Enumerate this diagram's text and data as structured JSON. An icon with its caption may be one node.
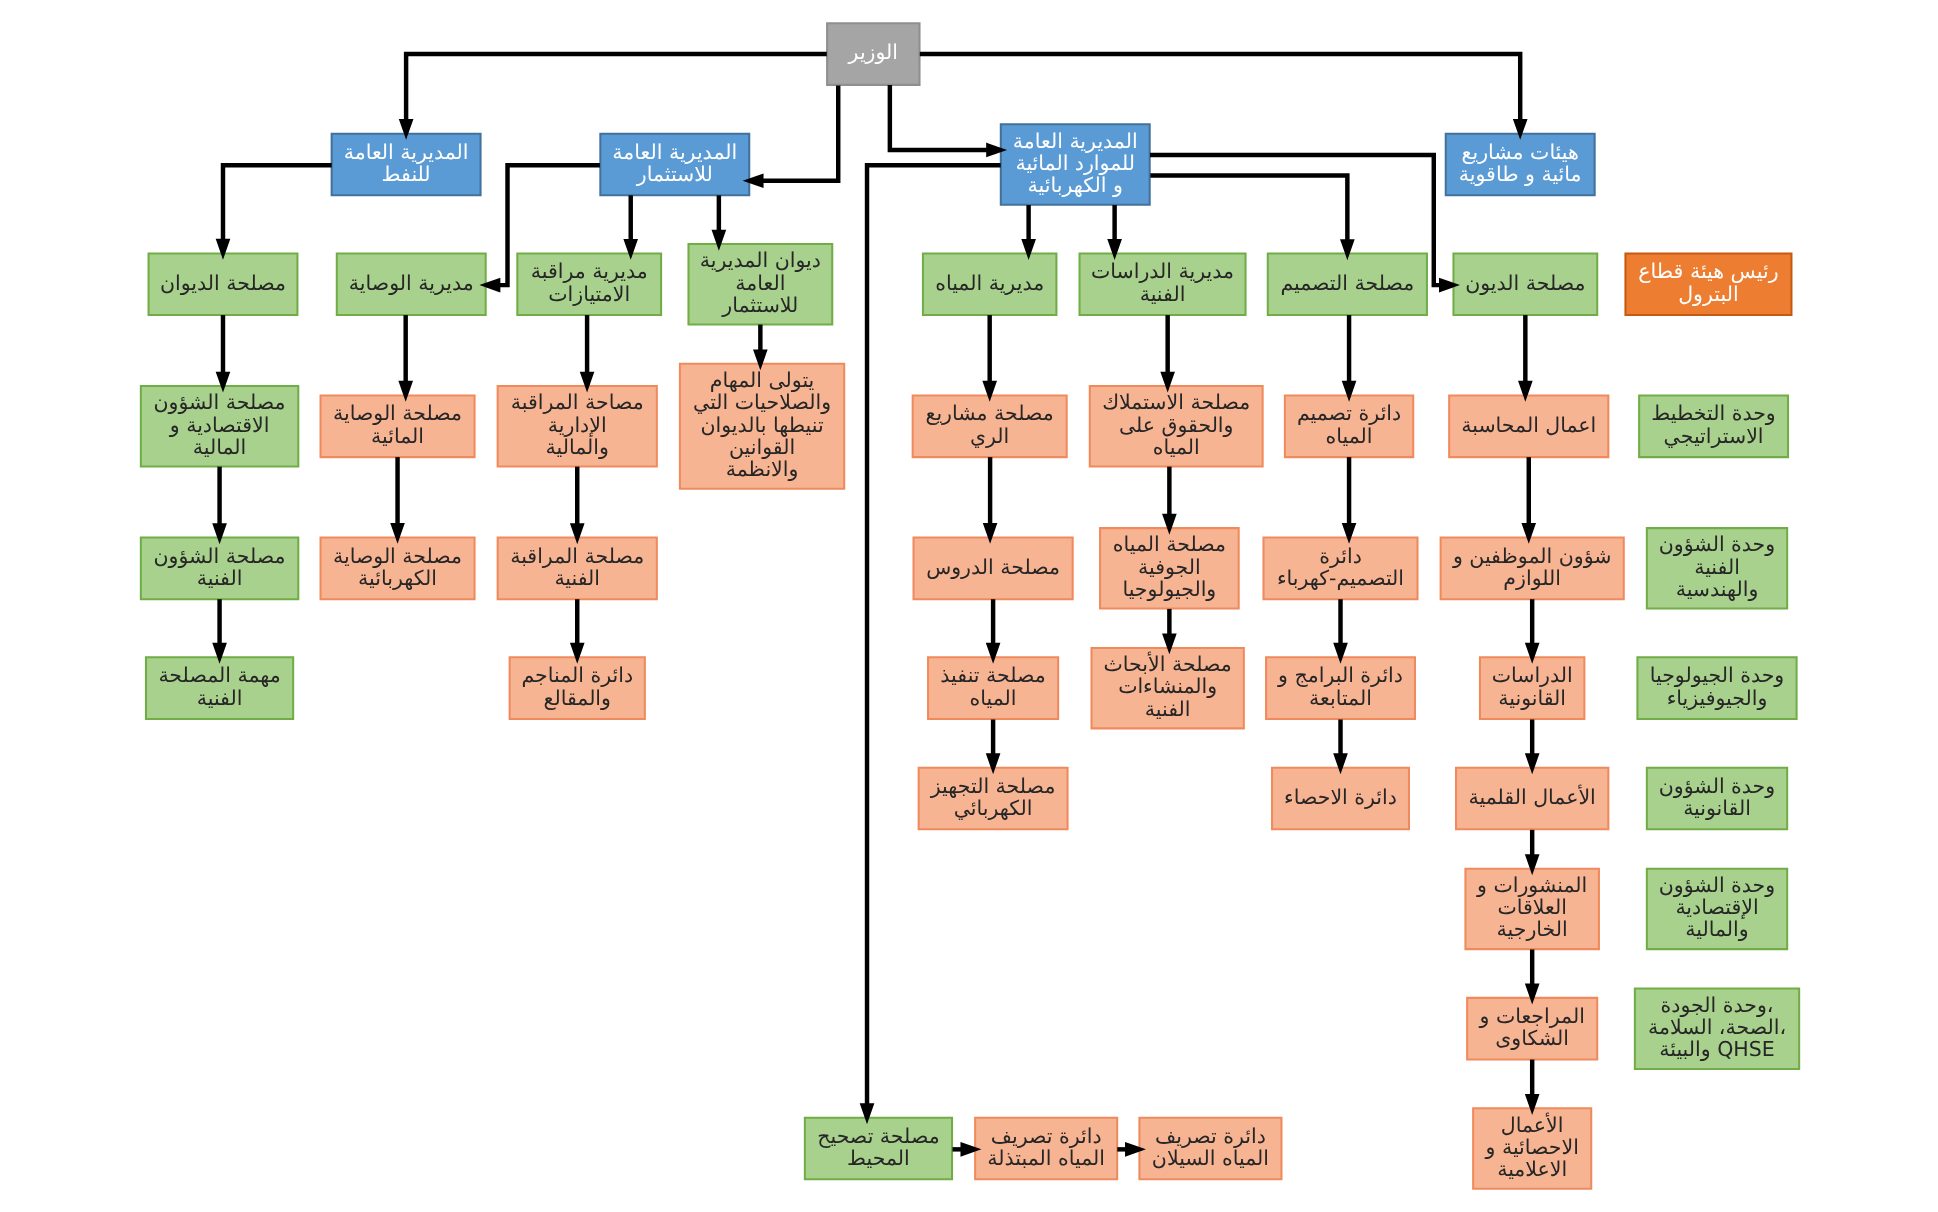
{
  "diagram": {
    "nodes": [
      {
        "text": [
          "الوزير"
        ]
      },
      {
        "text": [
          "هيئات مشاريع مائية و طاقوية"
        ]
      },
      {
        "text": [
          "المديرية العامة للموارد المائية و الكهربائية"
        ]
      },
      {
        "text": [
          "المديرية العامة للاستثمار"
        ]
      },
      {
        "text": [
          "المديرية العامة للنفط"
        ]
      },
      {
        "text": [
          "رئيس هيئة قطاع البترول"
        ]
      },
      {
        "text": [
          "وحدة التخطيط الاستراتيجي"
        ]
      },
      {
        "text": [
          "وحدة الشؤون الفنية والهندسية"
        ]
      },
      {
        "text": [
          "وحدة الجيولوجيا والجيوفيزياء"
        ]
      },
      {
        "text": [
          "وحدة الشؤون القانونية"
        ]
      },
      {
        "text": [
          "وحدة الشؤون الإقتصادية والمالية"
        ]
      },
      {
        "text": [
          "وحدة الجودة، الصحة، السلامة، والبيئة QHSE"
        ]
      },
      {
        "text": [
          "مصلحة الديون"
        ]
      },
      {
        "text": [
          "اعمال المحاسبة"
        ]
      },
      {
        "text": [
          "شؤون الموظفين و اللوازم"
        ]
      },
      {
        "text": [
          "الدراسات القانونية"
        ]
      },
      {
        "text": [
          "الأعمال القلمية"
        ]
      },
      {
        "text": [
          "المنشورات و العلاقات الخارجية"
        ]
      },
      {
        "text": [
          "المراجعات و الشكاوى"
        ]
      },
      {
        "text": [
          "الأعمال الاحصائية و الاعلامية"
        ]
      },
      {
        "text": [
          "مصلحة التصميم"
        ]
      },
      {
        "text": [
          "دائرة تصميم المياه"
        ]
      },
      {
        "text": [
          "دائرة التصميم-كهرباء"
        ]
      },
      {
        "text": [
          "دائرة البرامج و المتابعة"
        ]
      },
      {
        "text": [
          "دائرة الاحصاء"
        ]
      },
      {
        "text": [
          "مديرية الدراسات الفنية"
        ]
      },
      {
        "text": [
          "مصلحة الاستملاك والحقوق على المياه"
        ]
      },
      {
        "text": [
          "مصلحة المياه الجوفية والجيولوجيا"
        ]
      },
      {
        "text": [
          "مصلحة الأبحاث والمنشاءات الفنية"
        ]
      },
      {
        "text": [
          "مديرية المياه"
        ]
      },
      {
        "text": [
          "مصلحة مشاريع الري"
        ]
      },
      {
        "text": [
          "مصلحة الدروس"
        ]
      },
      {
        "text": [
          "مصلحة تنفيذ المياه"
        ]
      },
      {
        "text": [
          "مصلحة التجهيز الكهربائي"
        ]
      },
      {
        "text": [
          "مصلحة تصحيح المحيط"
        ]
      },
      {
        "text": [
          "دائرة تصريف المياه المبتذلة"
        ]
      },
      {
        "text": [
          "دائرة تصريف المياه السيلان"
        ]
      },
      {
        "text": [
          "ديوان المديرية العامة للاستثمار"
        ]
      },
      {
        "text": [
          "مديرية مراقبة الامتيازات"
        ]
      },
      {
        "text": [
          "مديرية الوصاية"
        ]
      },
      {
        "text": [
          "يتولى المهام والصلاحيات التي تنيطها بالديوان القوانين والانظمة"
        ]
      },
      {
        "text": [
          "مصاحة المراقبة الإدارية والمالية"
        ]
      },
      {
        "text": [
          "مصلحة المراقبة الفنية"
        ]
      },
      {
        "text": [
          "دائرة المناجم والمقالع"
        ]
      },
      {
        "text": [
          "مصلحة الوصاية المائية"
        ]
      },
      {
        "text": [
          "مصلحة الوصاية الكهربائية"
        ]
      },
      {
        "text": [
          "مصلحة الديوان"
        ]
      },
      {
        "text": [
          "مصلحة الشؤون الاقتصادية و المالية"
        ]
      },
      {
        "text": [
          "مصلحة الشؤون الفنية"
        ]
      },
      {
        "text": [
          "مهمة المصلحة الفنية"
        ]
      }
    ],
    "edges": [
      {
        "from": 0,
        "to": 4,
        "arrow": "to"
      },
      {
        "from": 0,
        "to": 3,
        "arrow": "to"
      },
      {
        "from": 0,
        "to": 2,
        "arrow": "to"
      },
      {
        "from": 0,
        "to": 1,
        "arrow": "to"
      },
      {
        "from": 4,
        "to": 46,
        "arrow": "to"
      },
      {
        "from": 46,
        "to": 47,
        "arrow": "to"
      },
      {
        "from": 47,
        "to": 48,
        "arrow": "to"
      },
      {
        "from": 48,
        "to": 49,
        "arrow": "to"
      },
      {
        "from": 3,
        "to": 39,
        "arrow": "to"
      },
      {
        "from": 3,
        "to": 38,
        "arrow": "to"
      },
      {
        "from": 3,
        "to": 37,
        "arrow": "to"
      },
      {
        "from": 39,
        "to": 44,
        "arrow": "to"
      },
      {
        "from": 44,
        "to": 45,
        "arrow": "to"
      },
      {
        "from": 38,
        "to": 41,
        "arrow": "to"
      },
      {
        "from": 41,
        "to": 42,
        "arrow": "to"
      },
      {
        "from": 42,
        "to": 43,
        "arrow": "to"
      },
      {
        "from": 37,
        "to": 40,
        "arrow": "to"
      },
      {
        "from": 2,
        "to": 29,
        "arrow": "to"
      },
      {
        "from": 2,
        "to": 25,
        "arrow": "to"
      },
      {
        "from": 2,
        "to": 20,
        "arrow": "to"
      },
      {
        "from": 2,
        "to": 12,
        "arrow": "to"
      },
      {
        "from": 2,
        "to": 34,
        "arrow": "to"
      },
      {
        "from": 29,
        "to": 30,
        "arrow": "to"
      },
      {
        "from": 30,
        "to": 31,
        "arrow": "to"
      },
      {
        "from": 31,
        "to": 32,
        "arrow": "to"
      },
      {
        "from": 32,
        "to": 33,
        "arrow": "to"
      },
      {
        "from": 25,
        "to": 26,
        "arrow": "to"
      },
      {
        "from": 26,
        "to": 27,
        "arrow": "to"
      },
      {
        "from": 27,
        "to": 28,
        "arrow": "to"
      },
      {
        "from": 20,
        "to": 21,
        "arrow": "to"
      },
      {
        "from": 21,
        "to": 22,
        "arrow": "to"
      },
      {
        "from": 22,
        "to": 23,
        "arrow": "to"
      },
      {
        "from": 23,
        "to": 24,
        "arrow": "to"
      },
      {
        "from": 12,
        "to": 13,
        "arrow": "to"
      },
      {
        "from": 13,
        "to": 14,
        "arrow": "to"
      },
      {
        "from": 14,
        "to": 15,
        "arrow": "to"
      },
      {
        "from": 15,
        "to": 16,
        "arrow": "to"
      },
      {
        "from": 16,
        "to": 17,
        "arrow": "to"
      },
      {
        "from": 17,
        "to": 18,
        "arrow": "to"
      },
      {
        "from": 18,
        "to": 19,
        "arrow": "to"
      },
      {
        "from": 34,
        "to": 35,
        "arrow": "to"
      },
      {
        "from": 35,
        "to": 36,
        "arrow": "to"
      }
    ]
  }
}
